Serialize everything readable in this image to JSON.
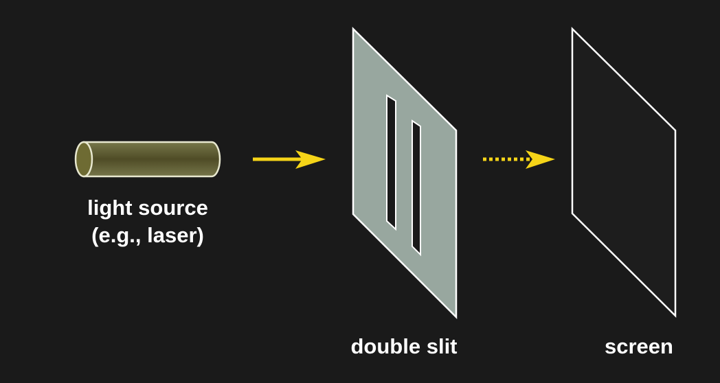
{
  "labels": {
    "light_source_line1": "light source",
    "light_source_line2": "(e.g., laser)",
    "double_slit": "double slit",
    "screen": "screen"
  },
  "colors": {
    "background": "#1a1a1a",
    "arrow": "#f5d418",
    "cylinder": "#5a5a2e",
    "slit_panel": "#98a79f",
    "outline": "#ffffff"
  }
}
